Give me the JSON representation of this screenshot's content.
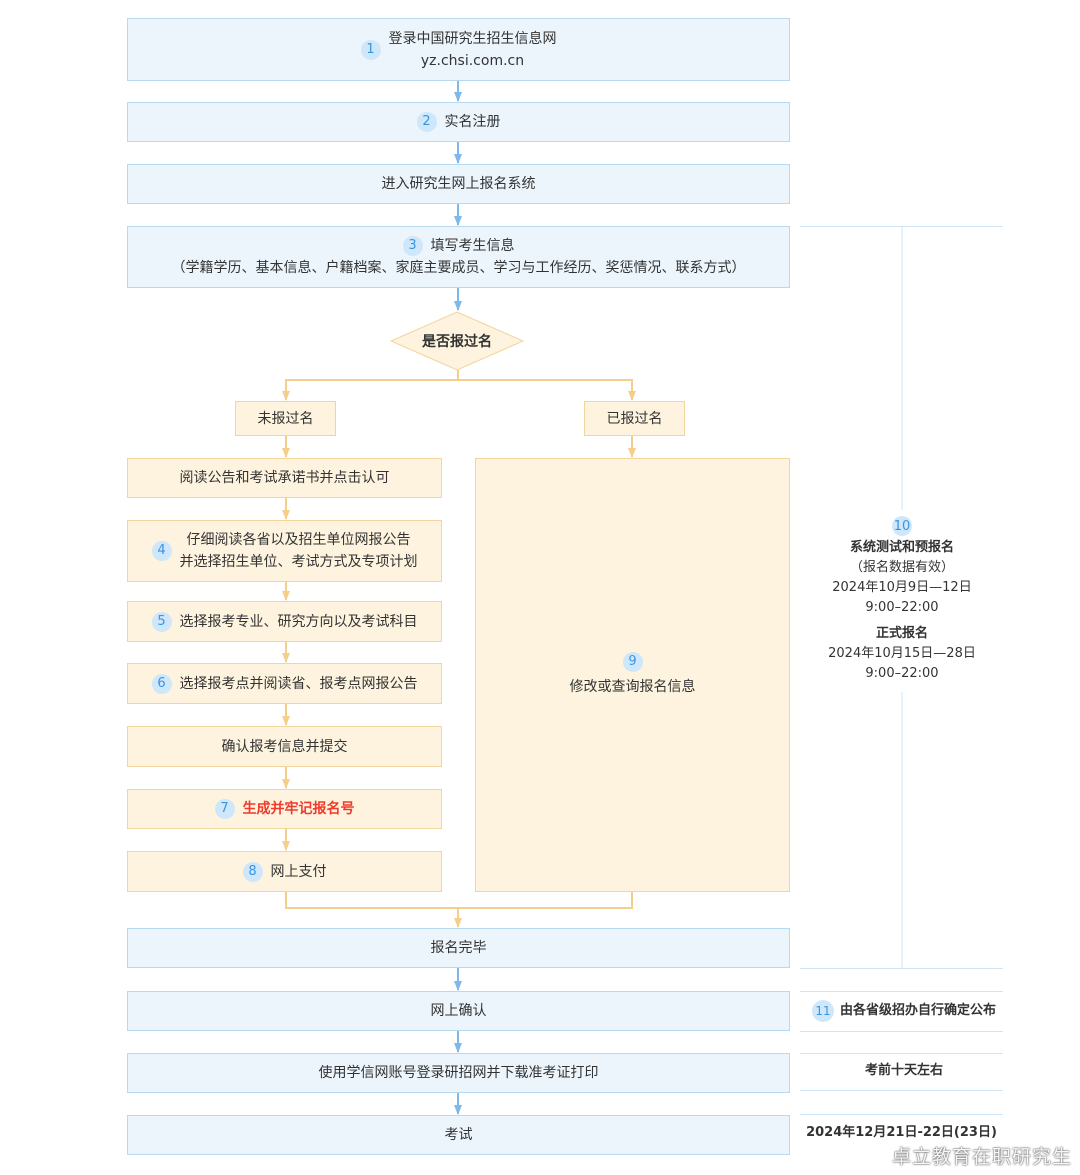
{
  "steps": {
    "login": {
      "num": "1",
      "line1": "登录中国研究生招生信息网",
      "line2": "yz.chsi.com.cn"
    },
    "register": {
      "num": "2",
      "label": "实名注册"
    },
    "enter": {
      "label": "进入研究生网上报名系统"
    },
    "fill": {
      "num": "3",
      "line1": "填写考生信息",
      "line2": "（学籍学历、基本信息、户籍档案、家庭主要成员、学习与工作经历、奖惩情况、联系方式）"
    },
    "decision": {
      "label": "是否报过名"
    },
    "not_registered": {
      "label": "未报过名"
    },
    "registered": {
      "label": "已报过名"
    },
    "read_notice": {
      "label": "阅读公告和考试承诺书并点击认可"
    },
    "choose_unit": {
      "num": "4",
      "line1": "仔细阅读各省以及招生单位网报公告",
      "line2": "并选择招生单位、考试方式及专项计划"
    },
    "choose_major": {
      "num": "5",
      "label": "选择报考专业、研究方向以及考试科目"
    },
    "choose_site": {
      "num": "6",
      "label": "选择报考点并阅读省、报考点网报公告"
    },
    "confirm_submit": {
      "label": "确认报考信息并提交"
    },
    "generate_no": {
      "num": "7",
      "label": "生成并牢记报名号"
    },
    "pay": {
      "num": "8",
      "label": "网上支付"
    },
    "modify": {
      "num": "9",
      "label": "修改或查询报名信息"
    },
    "complete": {
      "label": "报名完毕"
    },
    "online_confirm": {
      "label": "网上确认"
    },
    "print_ticket": {
      "label": "使用学信网账号登录研招网并下载准考证打印"
    },
    "exam": {
      "label": "考试"
    }
  },
  "schedule": {
    "num": "10",
    "test_title": "系统测试和预报名",
    "test_note": "（报名数据有效）",
    "test_date": "2024年10月9日—12日",
    "test_time": "9:00–22:00",
    "formal_title": "正式报名",
    "formal_date": "2024年10月15日—28日",
    "formal_time": "9:00–22:00",
    "confirm_num": "11",
    "confirm_text": "由各省级招办自行确定公布",
    "print_text": "考前十天左右",
    "exam_date": "2024年12月21日-22日(23日)"
  },
  "watermark": "卓立教育在职研究生",
  "colors": {
    "blue_line": "#7db8ea",
    "yellow_line": "#f5cf8a",
    "num_text": "#3b94de",
    "highlight": "#ef3b2d"
  }
}
